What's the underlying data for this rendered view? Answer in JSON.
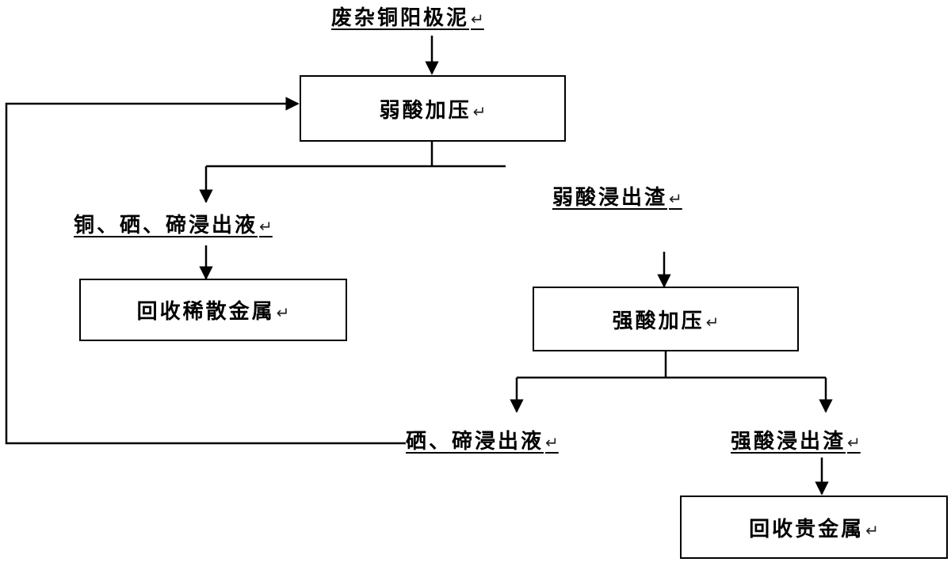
{
  "nodes": {
    "raw_material": "废杂铜阳极泥",
    "weak_acid_pressure": "弱酸加压",
    "cu_se_te_leachate": "铜、硒、碲浸出液",
    "recover_rare_metals": "回收稀散金属",
    "weak_acid_residue": "弱酸浸出渣",
    "strong_acid_pressure": "强酸加压",
    "se_te_leachate": "硒、碲浸出液",
    "strong_acid_residue": "强酸浸出渣",
    "recover_precious_metals": "回收贵金属"
  },
  "return_mark": "↵",
  "colors": {
    "line": "#000000",
    "background": "#ffffff"
  }
}
